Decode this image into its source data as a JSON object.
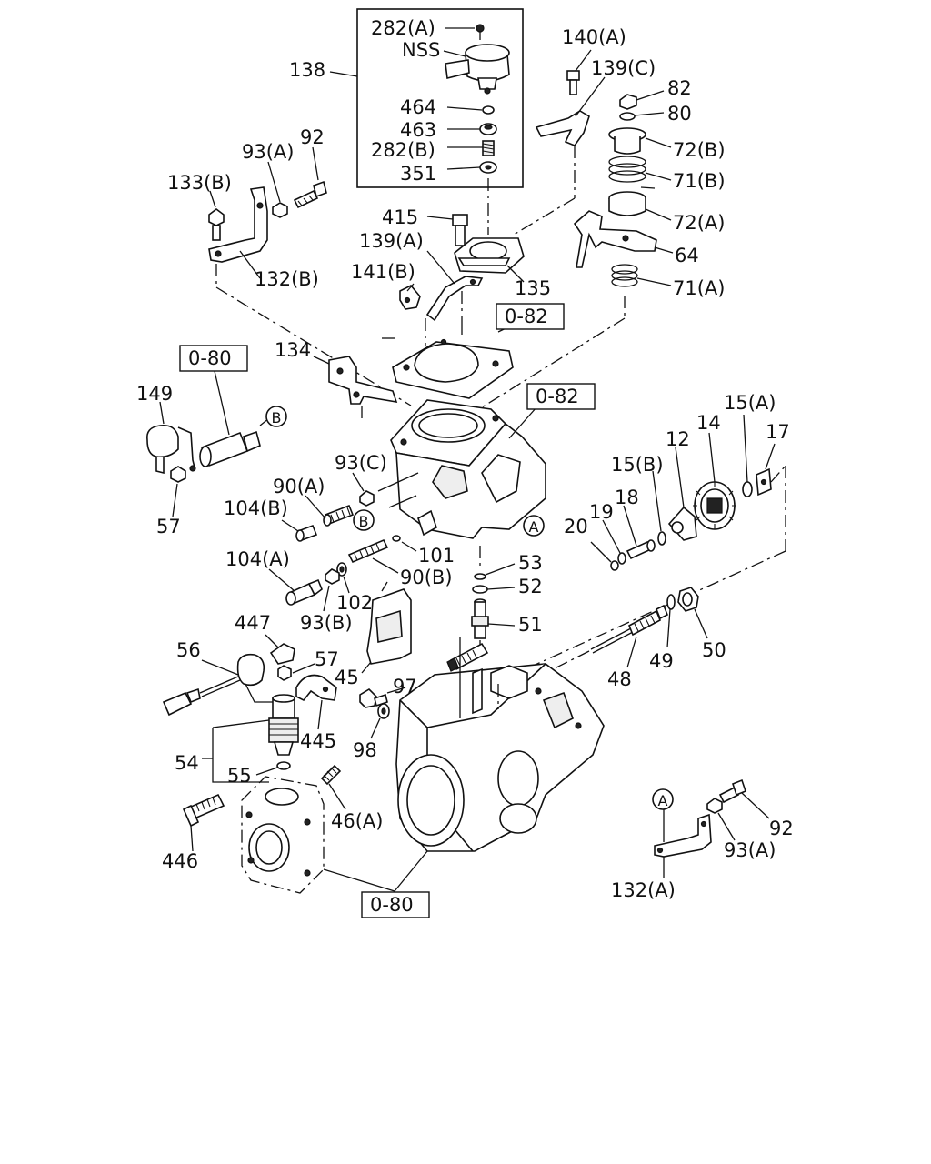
{
  "labels": {
    "l282a": "282(A)",
    "lnss": "NSS",
    "l464": "464",
    "l463": "463",
    "l282b": "282(B)",
    "l351": "351",
    "l138": "138",
    "l140a": "140(A)",
    "l139c": "139(C)",
    "l82": "82",
    "l80": "80",
    "l72b": "72(B)",
    "l71b": "71(B)",
    "l72a": "72(A)",
    "l64": "64",
    "l71a": "71(A)",
    "l93a_top": "93(A)",
    "l92_top": "92",
    "l133b": "133(B)",
    "l132b": "132(B)",
    "l415": "415",
    "l139a": "139(A)",
    "l141b": "141(B)",
    "l135": "135",
    "l134": "134",
    "l149": "149",
    "l57_left": "57",
    "l93c": "93(C)",
    "l90a": "90(A)",
    "l104b": "104(B)",
    "l101": "101",
    "l90b": "90(B)",
    "l104a": "104(A)",
    "l93b": "93(B)",
    "l102": "102",
    "l53": "53",
    "l52": "52",
    "l51": "51",
    "l15a": "15(A)",
    "l14": "14",
    "l12": "12",
    "l17": "17",
    "l15b": "15(B)",
    "l19": "19",
    "l18": "18",
    "l20": "20",
    "l447": "447",
    "l56": "56",
    "l57_mid": "57",
    "l45": "45",
    "l97": "97",
    "l98": "98",
    "l445": "445",
    "l54": "54",
    "l55": "55",
    "l46a": "46(A)",
    "l446": "446",
    "l48": "48",
    "l49": "49",
    "l50": "50",
    "l92_right": "92",
    "l93a_right": "93(A)",
    "l132a": "132(A)"
  },
  "refs": {
    "r082_top": "0-82",
    "r082_mid": "0-82",
    "r080_left": "0-80",
    "r080_bottom": "0-80"
  },
  "markers": {
    "b1": "B",
    "b2": "B",
    "a1": "A",
    "a2": "A"
  }
}
